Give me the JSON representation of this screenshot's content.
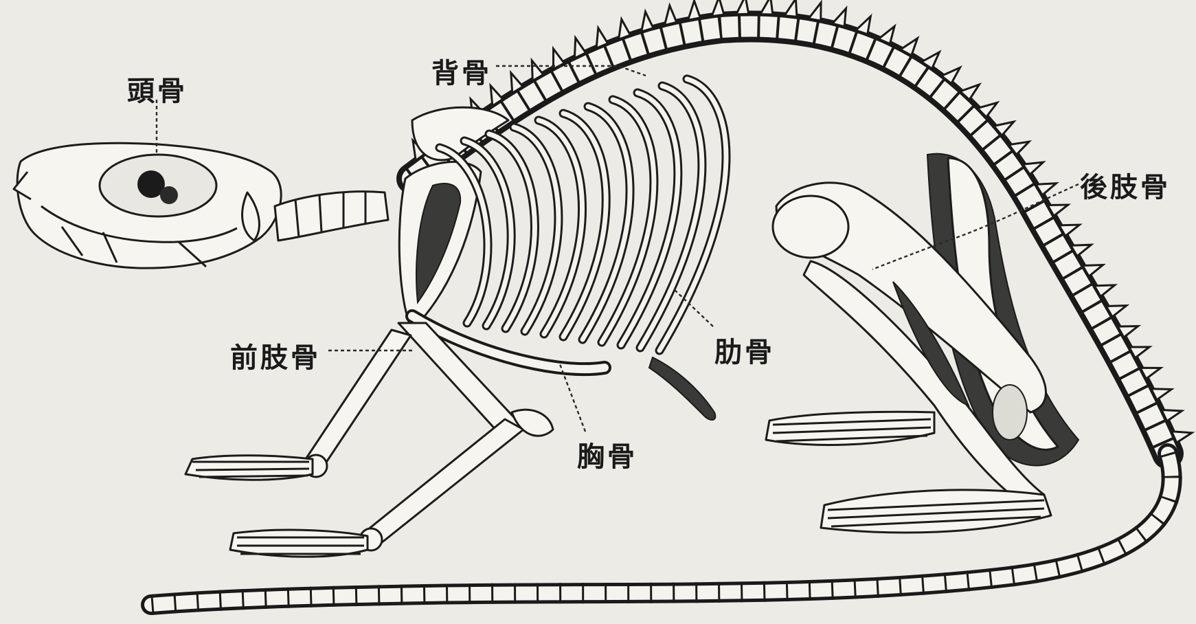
{
  "labels": {
    "skull": "頭骨",
    "spine": "背骨",
    "hindlimb": "後肢骨",
    "forelimb": "前肢骨",
    "ribs": "肋骨",
    "sternum": "胸骨"
  }
}
